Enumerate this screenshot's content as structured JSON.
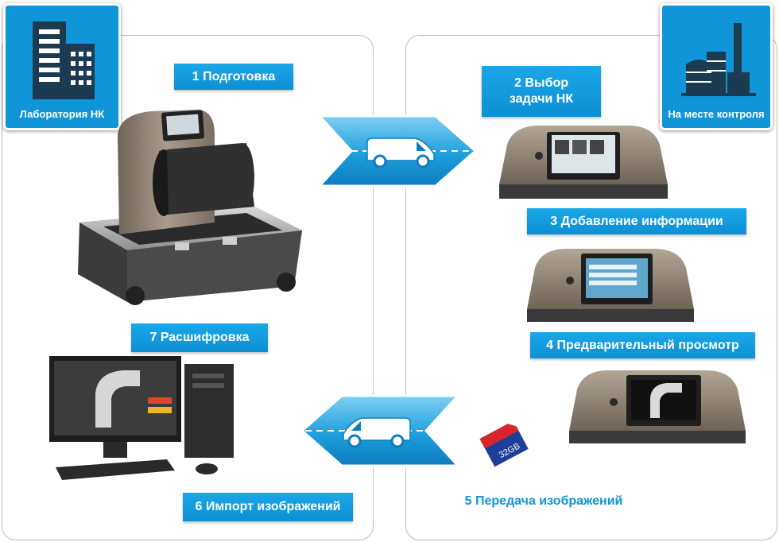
{
  "locations": {
    "lab": "Лаборатория НК",
    "site": "На месте контроля"
  },
  "steps": {
    "s1": "1 Подготовка",
    "s2_line1": "2 Выбор",
    "s2_line2": "задачи НК",
    "s3": "3 Добавление информации",
    "s4": "4 Предварительный просмотр",
    "s5": "5 Передача изображений",
    "s6": "6 Импорт изображений",
    "s7": "7 Расшифровка"
  },
  "sd_card": {
    "capacity": "32GB"
  },
  "colors": {
    "accent": "#0f95d8",
    "arrow": "#29aee6",
    "device": "#8a7d70",
    "panel_border": "#bdbdbd"
  }
}
